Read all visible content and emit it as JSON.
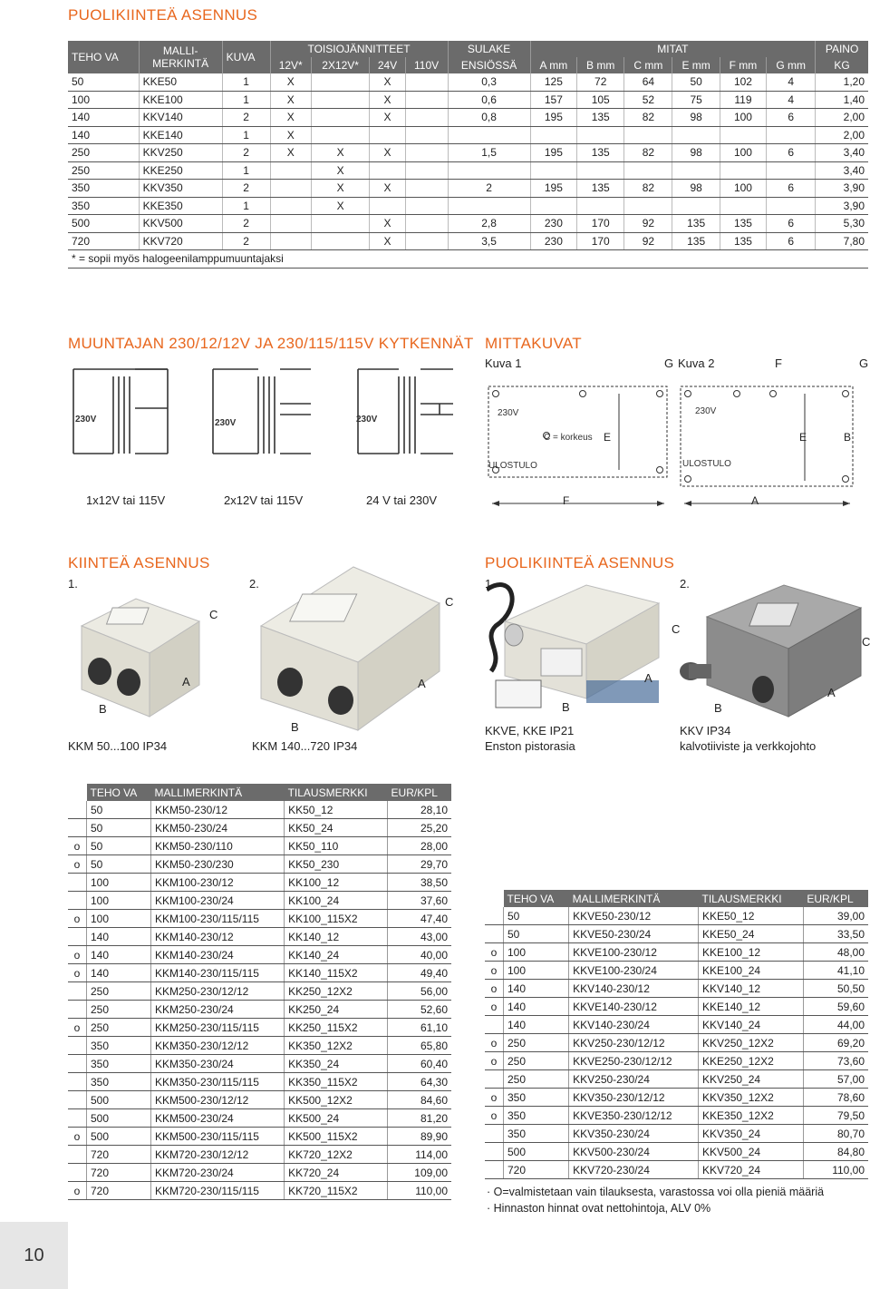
{
  "titles": {
    "puolikiintea": "PUOLIKIINTEÄ ASENNUS",
    "kytkennat": "MUUNTAJAN 230/12/12V JA 230/115/115V KYTKENNÄT",
    "mittakuvat": "MITTAKUVAT",
    "kiintea": "KIINTEÄ ASENNUS",
    "puolikiintea2": "PUOLIKIINTEÄ ASENNUS"
  },
  "main_table": {
    "headers": {
      "teho": "TEHO VA",
      "malli1": "MALLI-",
      "malli2": "MERKINTÄ",
      "kuva": "KUVA",
      "toisio": "TOISIOJÄNNITTEET",
      "v12": "12V*",
      "v2x12": "2X12V*",
      "v24": "24V",
      "v110": "110V",
      "sulake1": "SULAKE",
      "sulake2": "ENSIÖSSÄ",
      "mitat": "MITAT",
      "a": "A mm",
      "b": "B mm",
      "c": "C mm",
      "e": "E mm",
      "f": "F mm",
      "g": "G mm",
      "paino1": "PAINO",
      "paino2": "KG"
    },
    "rows": [
      [
        "50",
        "KKE50",
        "1",
        "X",
        "",
        "X",
        "",
        "0,3",
        "125",
        "72",
        "64",
        "50",
        "102",
        "4",
        "1,20"
      ],
      [
        "100",
        "KKE100",
        "1",
        "X",
        "",
        "X",
        "",
        "0,6",
        "157",
        "105",
        "52",
        "75",
        "119",
        "4",
        "1,40"
      ],
      [
        "140",
        "KKV140",
        "2",
        "X",
        "",
        "X",
        "",
        "0,8",
        "195",
        "135",
        "82",
        "98",
        "100",
        "6",
        "2,00"
      ],
      [
        "140",
        "KKE140",
        "1",
        "X",
        "",
        "",
        "",
        "",
        "",
        "",
        "",
        "",
        "",
        "",
        "2,00"
      ],
      [
        "250",
        "KKV250",
        "2",
        "X",
        "X",
        "X",
        "",
        "1,5",
        "195",
        "135",
        "82",
        "98",
        "100",
        "6",
        "3,40"
      ],
      [
        "250",
        "KKE250",
        "1",
        "",
        "X",
        "",
        "",
        "",
        "",
        "",
        "",
        "",
        "",
        "",
        "3,40"
      ],
      [
        "350",
        "KKV350",
        "2",
        "",
        "X",
        "X",
        "",
        "2",
        "195",
        "135",
        "82",
        "98",
        "100",
        "6",
        "3,90"
      ],
      [
        "350",
        "KKE350",
        "1",
        "",
        "X",
        "",
        "",
        "",
        "",
        "",
        "",
        "",
        "",
        "",
        "3,90"
      ],
      [
        "500",
        "KKV500",
        "2",
        "",
        "",
        "X",
        "",
        "2,8",
        "230",
        "170",
        "92",
        "135",
        "135",
        "6",
        "5,30"
      ],
      [
        "720",
        "KKV720",
        "2",
        "",
        "",
        "X",
        "",
        "3,5",
        "230",
        "170",
        "92",
        "135",
        "135",
        "6",
        "7,80"
      ]
    ],
    "footnote": "* = sopii myös halogeenilamppumuuntajaksi"
  },
  "wiring": {
    "v1": "230V",
    "v2": "230V",
    "v3": "230V",
    "cap1": "1x12V tai 115V",
    "cap2": "2x12V tai 115V",
    "cap3": "24 V tai 230V"
  },
  "dims": {
    "kuva1": "Kuva 1",
    "kuva2": "Kuva 2",
    "g1": "G",
    "g2": "G",
    "f_top": "F",
    "v1": "230V",
    "v2": "230V",
    "c_korkeus": "C = korkeus",
    "e1": "E",
    "e2": "E",
    "b": "B",
    "ulos1": "ULOSTULO",
    "ulos2": "ULOSTULO",
    "f_bottom": "F",
    "a_bottom": "A"
  },
  "photos": {
    "n1": "1.",
    "n2": "2.",
    "n3": "1.",
    "n4": "2.",
    "p1_c": "C",
    "p1_a": "A",
    "p1_b": "B",
    "p2_c": "C",
    "p2_a": "A",
    "p2_b": "B",
    "p3_c": "C",
    "p3_a": "A",
    "p3_b": "B",
    "p4_c": "C",
    "p4_a": "A",
    "p4_b": "B",
    "cap1": "KKM 50...100 IP34",
    "cap2": "KKM 140...720 IP34",
    "cap3a": "KKVE, KKE IP21",
    "cap3b": "Enston pistorasia",
    "cap4a": "KKV IP34",
    "cap4b": "kalvotiiviste ja verkkojohto"
  },
  "price_left": {
    "headers": [
      "TEHO VA",
      "MALLIMERKINTÄ",
      "TILAUSMERKKI",
      "EUR/KPL"
    ],
    "rows": [
      [
        "",
        "50",
        "KKM50-230/12",
        "KK50_12",
        "28,10"
      ],
      [
        "",
        "50",
        "KKM50-230/24",
        "KK50_24",
        "25,20"
      ],
      [
        "o",
        "50",
        "KKM50-230/110",
        "KK50_110",
        "28,00"
      ],
      [
        "o",
        "50",
        "KKM50-230/230",
        "KK50_230",
        "29,70"
      ],
      [
        "",
        "100",
        "KKM100-230/12",
        "KK100_12",
        "38,50"
      ],
      [
        "",
        "100",
        "KKM100-230/24",
        "KK100_24",
        "37,60"
      ],
      [
        "o",
        "100",
        "KKM100-230/115/115",
        "KK100_115X2",
        "47,40"
      ],
      [
        "",
        "140",
        "KKM140-230/12",
        "KK140_12",
        "43,00"
      ],
      [
        "o",
        "140",
        "KKM140-230/24",
        "KK140_24",
        "40,00"
      ],
      [
        "o",
        "140",
        "KKM140-230/115/115",
        "KK140_115X2",
        "49,40"
      ],
      [
        "",
        "250",
        "KKM250-230/12/12",
        "KK250_12X2",
        "56,00"
      ],
      [
        "",
        "250",
        "KKM250-230/24",
        "KK250_24",
        "52,60"
      ],
      [
        "o",
        "250",
        "KKM250-230/115/115",
        "KK250_115X2",
        "61,10"
      ],
      [
        "",
        "350",
        "KKM350-230/12/12",
        "KK350_12X2",
        "65,80"
      ],
      [
        "",
        "350",
        "KKM350-230/24",
        "KK350_24",
        "60,40"
      ],
      [
        "",
        "350",
        "KKM350-230/115/115",
        "KK350_115X2",
        "64,30"
      ],
      [
        "",
        "500",
        "KKM500-230/12/12",
        "KK500_12X2",
        "84,60"
      ],
      [
        "",
        "500",
        "KKM500-230/24",
        "KK500_24",
        "81,20"
      ],
      [
        "o",
        "500",
        "KKM500-230/115/115",
        "KK500_115X2",
        "89,90"
      ],
      [
        "",
        "720",
        "KKM720-230/12/12",
        "KK720_12X2",
        "114,00"
      ],
      [
        "",
        "720",
        "KKM720-230/24",
        "KK720_24",
        "109,00"
      ],
      [
        "o",
        "720",
        "KKM720-230/115/115",
        "KK720_115X2",
        "110,00"
      ]
    ]
  },
  "price_right": {
    "headers": [
      "TEHO VA",
      "MALLIMERKINTÄ",
      "TILAUSMERKKI",
      "EUR/KPL"
    ],
    "rows": [
      [
        "",
        "50",
        "KKVE50-230/12",
        "KKE50_12",
        "39,00"
      ],
      [
        "",
        "50",
        "KKVE50-230/24",
        "KKE50_24",
        "33,50"
      ],
      [
        "o",
        "100",
        "KKVE100-230/12",
        "KKE100_12",
        "48,00"
      ],
      [
        "o",
        "100",
        "KKVE100-230/24",
        "KKE100_24",
        "41,10"
      ],
      [
        "o",
        "140",
        "KKV140-230/12",
        "KKV140_12",
        "50,50"
      ],
      [
        "o",
        "140",
        "KKVE140-230/12",
        "KKE140_12",
        "59,60"
      ],
      [
        "",
        "140",
        "KKV140-230/24",
        "KKV140_24",
        "44,00"
      ],
      [
        "o",
        "250",
        "KKV250-230/12/12",
        "KKV250_12X2",
        "69,20"
      ],
      [
        "o",
        "250",
        "KKVE250-230/12/12",
        "KKE250_12X2",
        "73,60"
      ],
      [
        "",
        "250",
        "KKV250-230/24",
        "KKV250_24",
        "57,00"
      ],
      [
        "o",
        "350",
        "KKV350-230/12/12",
        "KKV350_12X2",
        "78,60"
      ],
      [
        "o",
        "350",
        "KKVE350-230/12/12",
        "KKE350_12X2",
        "79,50"
      ],
      [
        "",
        "350",
        "KKV350-230/24",
        "KKV350_24",
        "80,70"
      ],
      [
        "",
        "500",
        "KKV500-230/24",
        "KKV500_24",
        "84,80"
      ],
      [
        "",
        "720",
        "KKV720-230/24",
        "KKV720_24",
        "110,00"
      ]
    ],
    "note1": "· O=valmistetaan vain tilauksesta, varastossa voi olla pieniä määriä",
    "note2": "· Hinnaston hinnat ovat nettohintoja, ALV 0%"
  },
  "page_number": "10"
}
